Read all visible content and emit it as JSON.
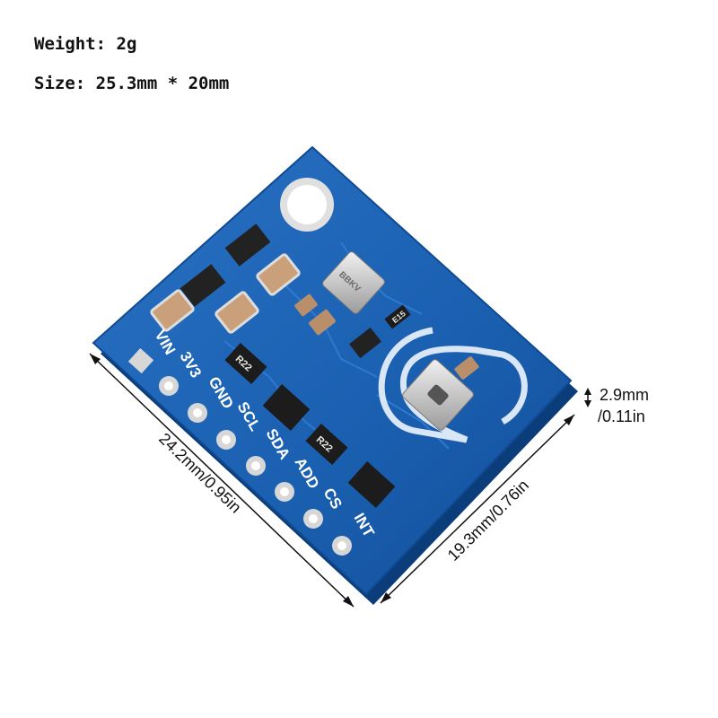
{
  "specs": {
    "weight": "Weight: 2g",
    "size": "Size: 25.3mm * 20mm"
  },
  "dimensions": {
    "length": "24.2mm/0.95in",
    "width": "19.3mm/0.76in",
    "thickness_mm": "2.9mm",
    "thickness_in": "/0.11in"
  },
  "board": {
    "pins": [
      "VIN",
      "3V3",
      "GND",
      "SCL",
      "SDA",
      "ADD",
      "CS",
      "INT"
    ],
    "silkscreen": [
      "R22",
      "R22",
      "BBKV",
      "E15"
    ],
    "colors": {
      "pcb": "#1a5fb0",
      "pcb_dark": "#0f4a93",
      "pad": "#d7d7d7"
    }
  }
}
